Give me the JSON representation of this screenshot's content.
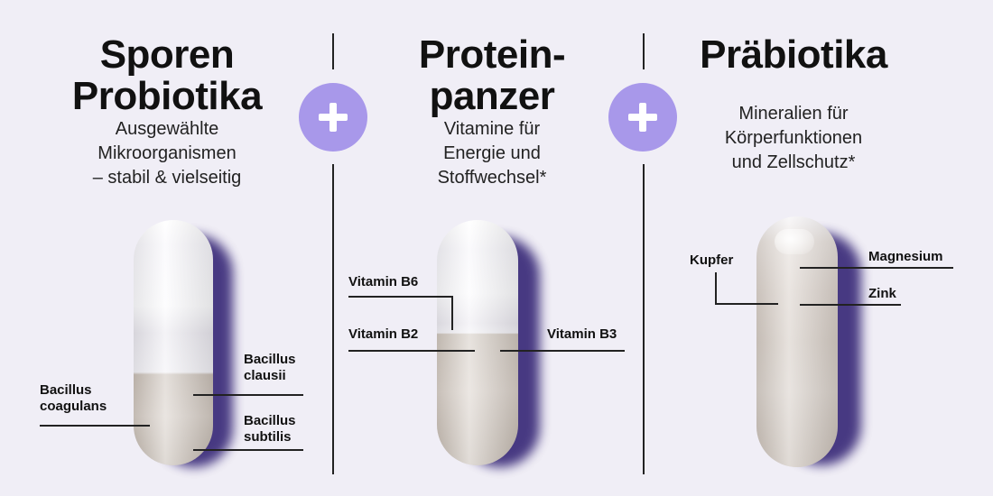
{
  "columns": [
    {
      "title_line1": "Sporen",
      "title_line2": "Probiotika",
      "subtitle_line1": "Ausgewählte",
      "subtitle_line2": "Mikroorganismen",
      "subtitle_line3": "– stabil & vielseitig",
      "labels": {
        "coagulans_1": "Bacillus",
        "coagulans_2": "coagulans",
        "clausii_1": "Bacillus",
        "clausii_2": "clausii",
        "subtilis_1": "Bacillus",
        "subtilis_2": "subtilis"
      }
    },
    {
      "title_line1": "Protein-",
      "title_line2": "panzer",
      "subtitle_line1": "Vitamine für",
      "subtitle_line2": "Energie und",
      "subtitle_line3": "Stoffwechsel*",
      "labels": {
        "b6": "Vitamin B6",
        "b2": "Vitamin B2",
        "b3": "Vitamin B3"
      }
    },
    {
      "title_line1": "Präbiotika",
      "subtitle_line1": "Mineralien für",
      "subtitle_line2": "Körperfunktionen",
      "subtitle_line3": "und Zellschutz*",
      "labels": {
        "kupfer": "Kupfer",
        "magnesium": "Magnesium",
        "zink": "Zink"
      }
    }
  ],
  "colors": {
    "background": "#f0eef6",
    "plus_circle": "#a898ea",
    "capsule_shadow": "#2a1a6e"
  },
  "icons": [
    "plus-icon",
    "plus-icon"
  ]
}
